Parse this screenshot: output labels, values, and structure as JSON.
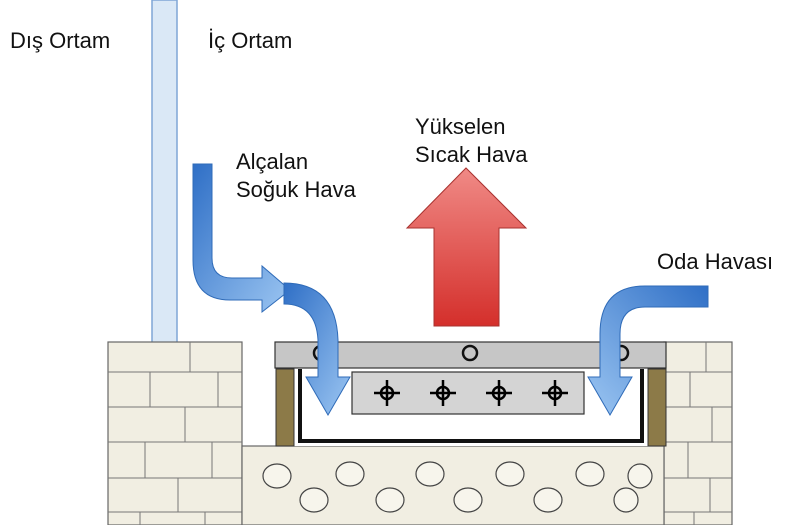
{
  "labels": {
    "outside": "Dış Ortam",
    "inside": "İç Ortam",
    "cold_air_line1": "Alçalan",
    "cold_air_line2": "Soğuk Hava",
    "warm_air_line1": "Yükselen",
    "warm_air_line2": "Sıcak Hava",
    "room_air": "Oda Havası"
  },
  "colors": {
    "warm_arrow": "#e0443f",
    "cold_arrow": "#3f7fd4",
    "wall": "#f1eee2",
    "wall_line": "#666666",
    "glass": "#dae8f6",
    "grille": "#c6c6c6",
    "heater": "#d4d4d4",
    "support": "#8c7a48"
  }
}
